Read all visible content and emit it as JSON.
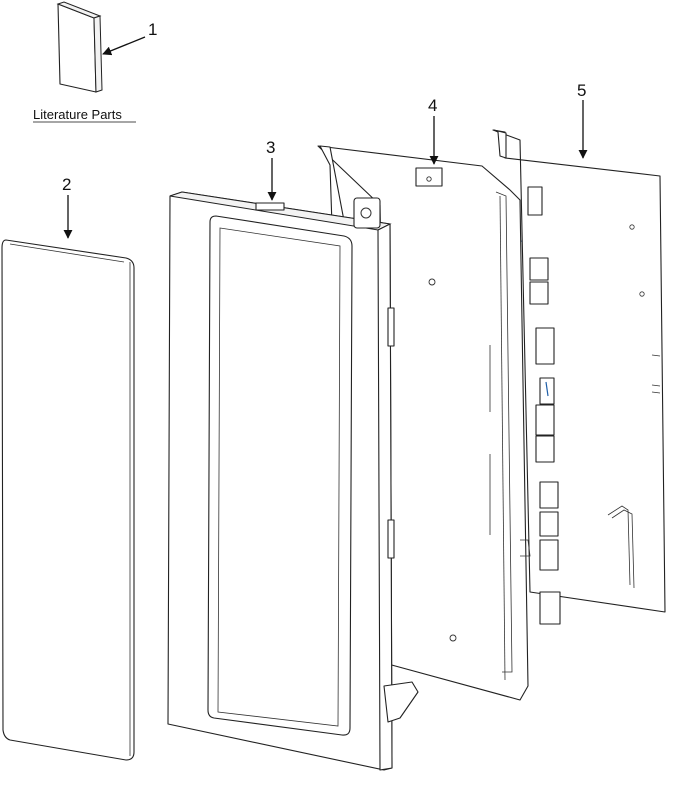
{
  "parts": [
    {
      "id": "literature",
      "callout": "1",
      "label": "Literature Parts"
    },
    {
      "id": "glass-panel",
      "callout": "2"
    },
    {
      "id": "trim-frame",
      "callout": "3"
    },
    {
      "id": "control-housing",
      "callout": "4"
    },
    {
      "id": "control-board",
      "callout": "5"
    }
  ],
  "colors": {
    "line": "#222222",
    "background": "#ffffff",
    "accent_wire": "#1f5fa8"
  }
}
